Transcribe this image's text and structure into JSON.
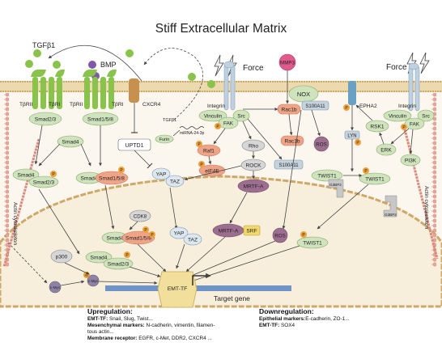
{
  "title": "Stiff Extracellular Matrix",
  "ligands": {
    "tgfb1": "TGFβ1",
    "bmp": "BMP"
  },
  "force_left": "Force",
  "force_right": "Force",
  "receptors": {
    "tbrii_1": "TβRII",
    "tbri_1": "TβRI",
    "tbrii_2": "TβRII",
    "tbri_2": "TβRI",
    "cxcr4": "CXCR4",
    "integrin_left": "Integrin",
    "integrin_right": "Integrin",
    "epha2": "EPHA2"
  },
  "smads": {
    "smad23_top": "Smad2/3",
    "smad158_top": "Smad1/5/8",
    "smad4_mid": "Smad4",
    "smad4_left": "Smad4",
    "smad23_left": "Smad2/3",
    "smad4_right": "Smad4",
    "smad158_right": "Smad1/5/8",
    "smad4_nuc": "Smad4",
    "smad158_nuc": "Smad1/5/8",
    "smad4_nuc2": "Smad4",
    "smad23_nuc2": "Smad2/3"
  },
  "nodes": {
    "mmp3": "MMP3",
    "nox": "NOX",
    "rac1b_top": "Rac1b",
    "s100a11_top": "S100A11",
    "tgfb1_small": "TGFβ1",
    "furin": "Furin",
    "mirna": "miRNA-24-3p",
    "uptd1": "UPTD1",
    "vinculin_left": "Vinculin",
    "src_left": "Src",
    "fak_left": "FAK",
    "raf1": "Raf1",
    "eif4e": "eIF4E",
    "rho": "Rho",
    "rock": "ROCK",
    "mrtfa": "MRTF-A",
    "rac1b_mid": "Rac1b",
    "s100a11_mid": "S100A11",
    "ros_mid": "ROS",
    "yap": "YAP",
    "taz": "TAZ",
    "lyn": "LYN",
    "rsk1": "RSK1",
    "twist1_left": "TWIST1",
    "twist1_right": "TWIST1",
    "g3bp2_a": "G3BP2",
    "g3bp2_b": "G3BP2",
    "vinculin_right": "Vinculin",
    "src_right": "Src",
    "fak_right": "FAK",
    "erk": "ERK",
    "pi3k": "PI3K",
    "cdk8": "CDK8",
    "yap_nuc": "YAP",
    "taz_nuc": "TAZ",
    "mrtfa_nuc": "MRTF-A",
    "srf": "SRF",
    "ros_nuc": "ROS",
    "twist1_nuc": "TWIST1",
    "p300": "p300",
    "cmyc_left": "c-Myc",
    "cmyc_nuc": "c-Myc",
    "emt_tf": "EMT-TF",
    "target_gene": "Target gene",
    "actin_left": "Actin cytoskeleton",
    "actin_right": "Actin cytoskeleton",
    "p": "P",
    "ac": "Ac"
  },
  "upregulation": {
    "heading": "Upregulation:",
    "emt_tf_label": "EMT-TF:",
    "emt_tf_text": " Snail, Slug, Twist...",
    "mes_label": "Mesenchymal markers:",
    "mes_text": " N-cadherin, vimentin, filamen-",
    "mes_text2": "tous actin...",
    "mem_label": "Membrane receptor:",
    "mem_text": " EGFR, c-Met, DDR2, CXCR4 ..."
  },
  "downregulation": {
    "heading": "Downregulation:",
    "epi_label": "Epithelial markers:",
    "epi_text": "E-cadherin, ZO-1...",
    "emt_tf_label": "EMT-TF:",
    "emt_tf_text": " SOX4"
  },
  "colors": {
    "membrane": "#d9b87a",
    "nucleus_fill": "#f6ecd4",
    "smad_green": "#cfe3bd",
    "smad_pink": "#f0a487",
    "phospho": "#f0a23a",
    "receptor_green": "#8ac34b",
    "dna_blue": "#6e93c8"
  }
}
